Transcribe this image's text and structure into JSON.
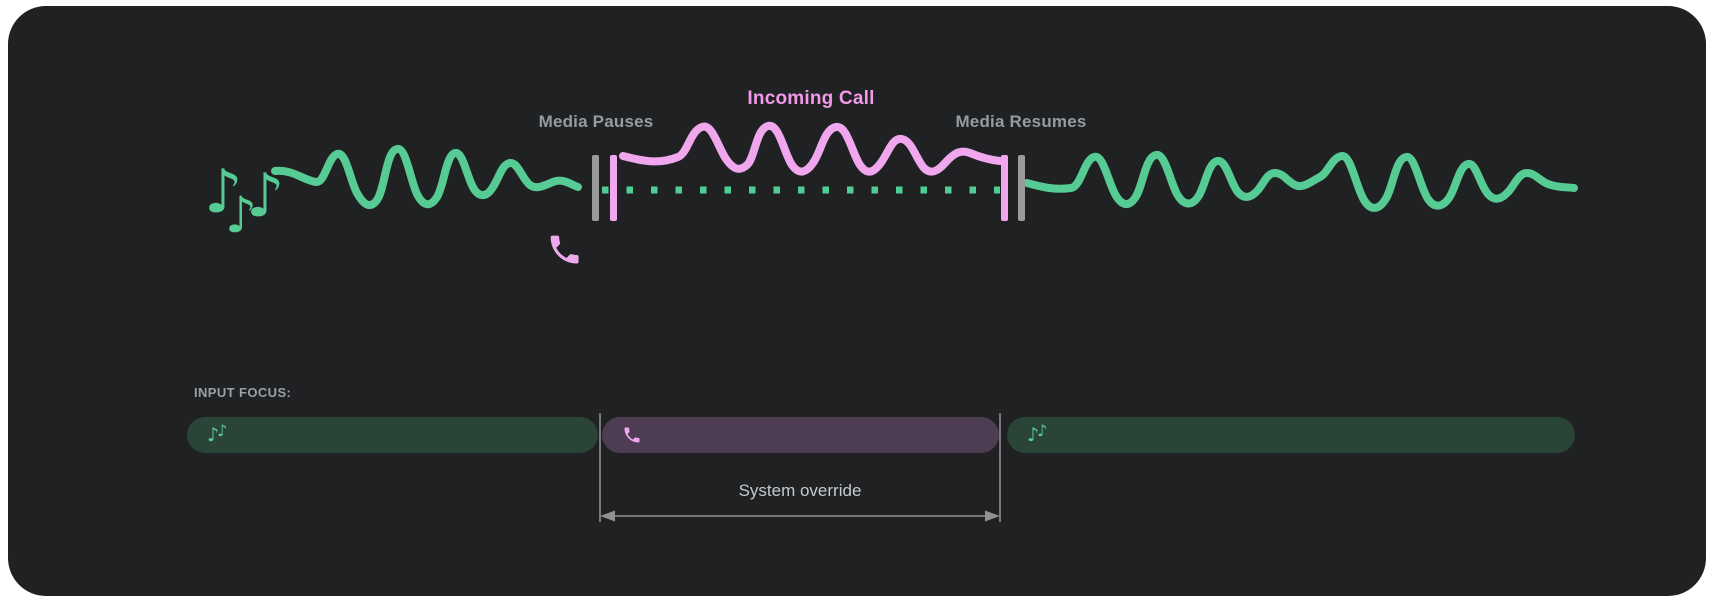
{
  "timeline": {
    "media_pauses_label": "Media Pauses",
    "incoming_call_label": "Incoming Call",
    "media_resumes_label": "Media Resumes",
    "music_note_glyph": "♪"
  },
  "focus": {
    "label": "INPUT FOCUS:",
    "override_label": "System override",
    "segments": [
      {
        "name": "media-before-call",
        "icon": "music-notes-icon",
        "color": "#2b4438"
      },
      {
        "name": "incoming-call",
        "icon": "phone-icon",
        "color": "#4d3c52"
      },
      {
        "name": "media-after-call",
        "icon": "music-notes-icon",
        "color": "#2b4438"
      }
    ]
  },
  "colors": {
    "card_background": "#202122",
    "media_green": "#57cb94",
    "dotted_paused_green": "#4fcd95",
    "call_pink": "#f0a7ee",
    "incoming_call_text": "#f09ae9",
    "marker_gray": "#999a9c",
    "focus_bar_media": "#2b4438",
    "focus_bar_call": "#4d3c52",
    "label_gray": "#979ba1",
    "override_text": "#c6c9cc",
    "arrow_gray": "#8f9193"
  }
}
